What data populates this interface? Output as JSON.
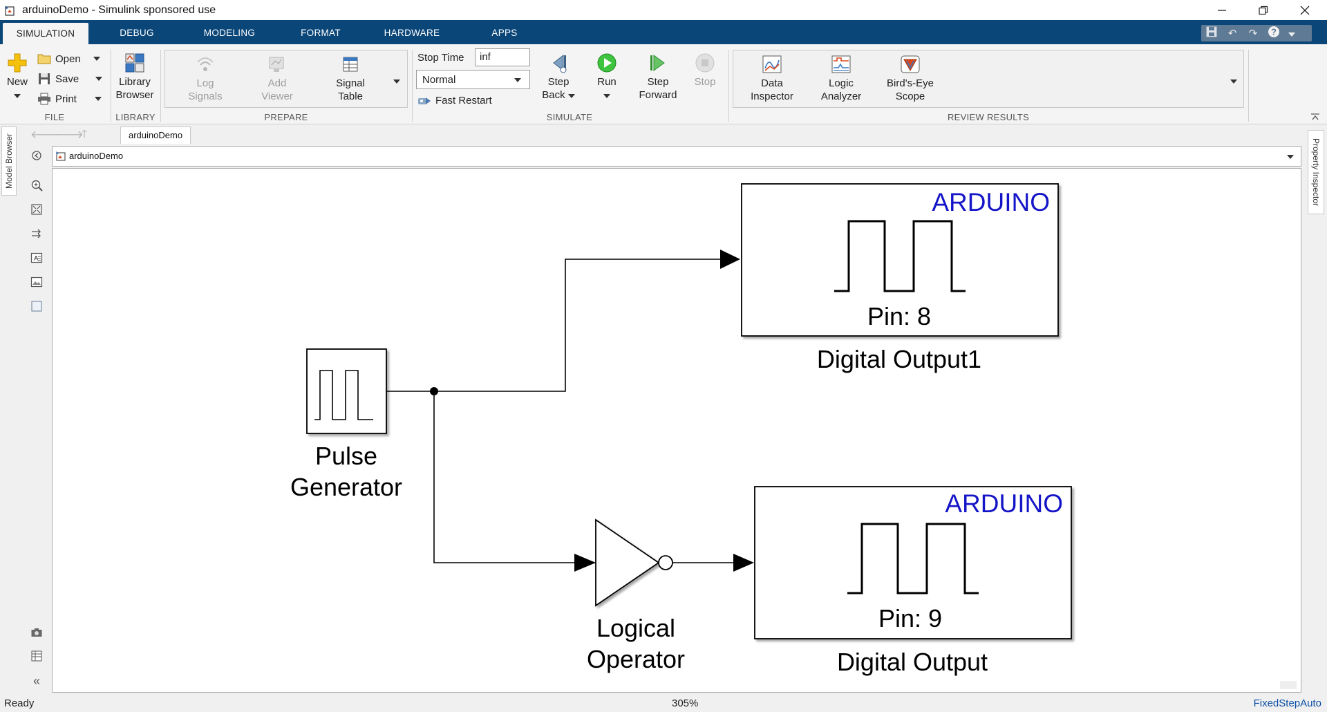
{
  "window": {
    "title": "arduinoDemo - Simulink sponsored use",
    "minimize_icon": "minimize-icon",
    "restore_icon": "restore-icon",
    "close_icon": "close-icon"
  },
  "tabs": [
    {
      "label": "SIMULATION",
      "active": true
    },
    {
      "label": "DEBUG"
    },
    {
      "label": "MODELING"
    },
    {
      "label": "FORMAT"
    },
    {
      "label": "HARDWARE"
    },
    {
      "label": "APPS"
    }
  ],
  "toolstrip": {
    "file": {
      "group_label": "FILE",
      "new_label": "New",
      "open_label": "Open",
      "save_label": "Save",
      "print_label": "Print"
    },
    "library": {
      "group_label": "LIBRARY",
      "browser_label_1": "Library",
      "browser_label_2": "Browser"
    },
    "prepare": {
      "group_label": "PREPARE",
      "log_signals_1": "Log",
      "log_signals_2": "Signals",
      "add_viewer_1": "Add",
      "add_viewer_2": "Viewer",
      "signal_table_1": "Signal",
      "signal_table_2": "Table"
    },
    "simulate": {
      "group_label": "SIMULATE",
      "stop_time_label": "Stop Time",
      "stop_time_value": "inf",
      "mode_value": "Normal",
      "fast_restart_label": "Fast Restart",
      "step_back_1": "Step",
      "step_back_2": "Back",
      "run_label": "Run",
      "step_forward_1": "Step",
      "step_forward_2": "Forward",
      "stop_label": "Stop"
    },
    "review": {
      "group_label": "REVIEW RESULTS",
      "data_inspector_1": "Data",
      "data_inspector_2": "Inspector",
      "logic_analyzer_1": "Logic",
      "logic_analyzer_2": "Analyzer",
      "birds_eye_1": "Bird's-Eye",
      "birds_eye_2": "Scope"
    }
  },
  "side_panels": {
    "left": "Model Browser",
    "right": "Property Inspector"
  },
  "breadcrumb": {
    "tab_label": "arduinoDemo",
    "path_label": "arduinoDemo"
  },
  "diagram": {
    "pulse_generator": {
      "name_line1": "Pulse",
      "name_line2": "Generator"
    },
    "logical_operator": {
      "name_line1": "Logical",
      "name_line2": "Operator"
    },
    "digital_output1": {
      "brand": "ARDUINO",
      "pin": "Pin: 8",
      "name": "Digital Output1"
    },
    "digital_output": {
      "brand": "ARDUINO",
      "pin": "Pin: 9",
      "name": "Digital Output"
    },
    "arduino_color": "#1515c8"
  },
  "status": {
    "state": "Ready",
    "zoom": "305%",
    "solver": "FixedStepAuto",
    "solver_color": "#0a4fa6"
  }
}
